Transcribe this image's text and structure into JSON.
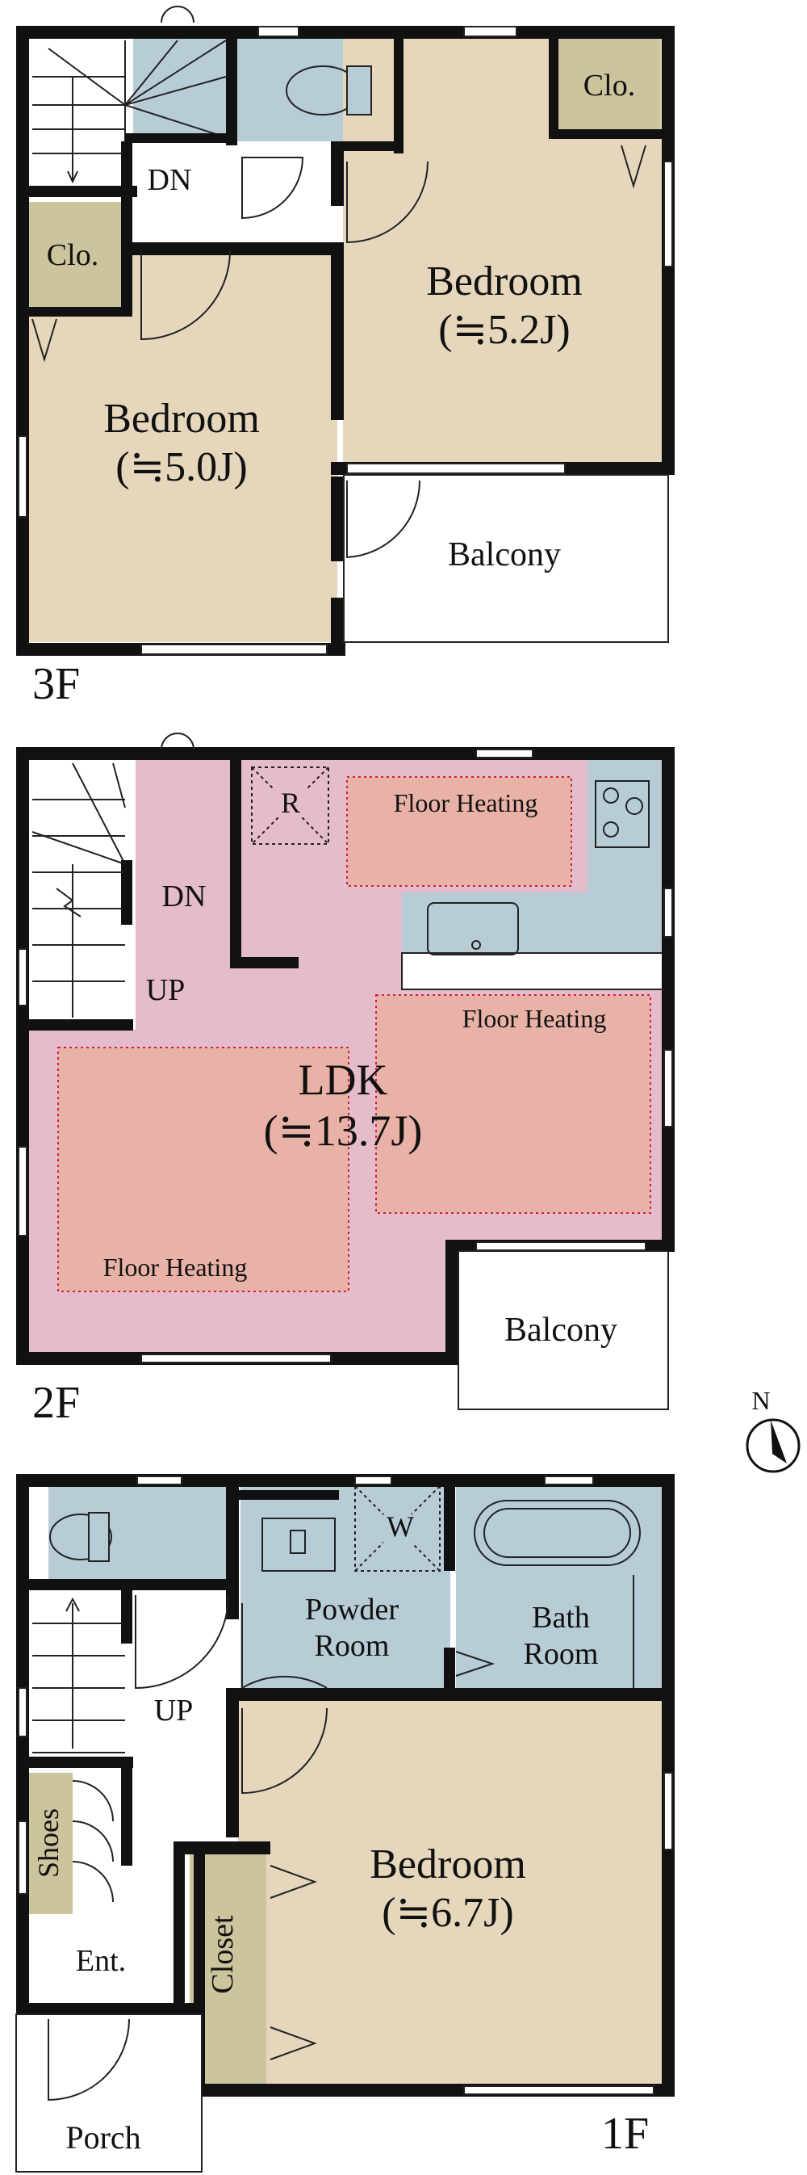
{
  "floors": {
    "f3": {
      "label": "3F",
      "rooms": {
        "bedroom_a": {
          "name": "Bedroom",
          "size": "(≒5.2J)"
        },
        "bedroom_b": {
          "name": "Bedroom",
          "size": "(≒5.0J)"
        },
        "closet_a": "Clo.",
        "closet_b": "Clo.",
        "balcony": "Balcony",
        "stairs": "DN"
      }
    },
    "f2": {
      "label": "2F",
      "rooms": {
        "ldk": {
          "name": "LDK",
          "size": "(≒13.7J)"
        },
        "balcony": "Balcony",
        "stairs_dn": "DN",
        "stairs_up": "UP",
        "fridge": "R",
        "heating_1": "Floor Heating",
        "heating_2": "Floor Heating",
        "heating_3": "Floor Heating"
      }
    },
    "f1": {
      "label": "1F",
      "rooms": {
        "bedroom": {
          "name": "Bedroom",
          "size": "(≒6.7J)"
        },
        "powder": [
          "Powder",
          "Room"
        ],
        "bath": [
          "Bath",
          "Room"
        ],
        "washer": "W",
        "shoes": "Shoes",
        "closet": "Closet",
        "entrance": "Ent.",
        "porch": "Porch",
        "stairs": "UP"
      }
    }
  },
  "compass": {
    "label": "N"
  },
  "colors": {
    "bedroom": "#e6d6bc",
    "wet_area": "#b8ccd6",
    "ldk": "#e4bccb",
    "floor_heating": "#e8b3a6",
    "closet": "#ccc49c",
    "wall": "#111111"
  }
}
